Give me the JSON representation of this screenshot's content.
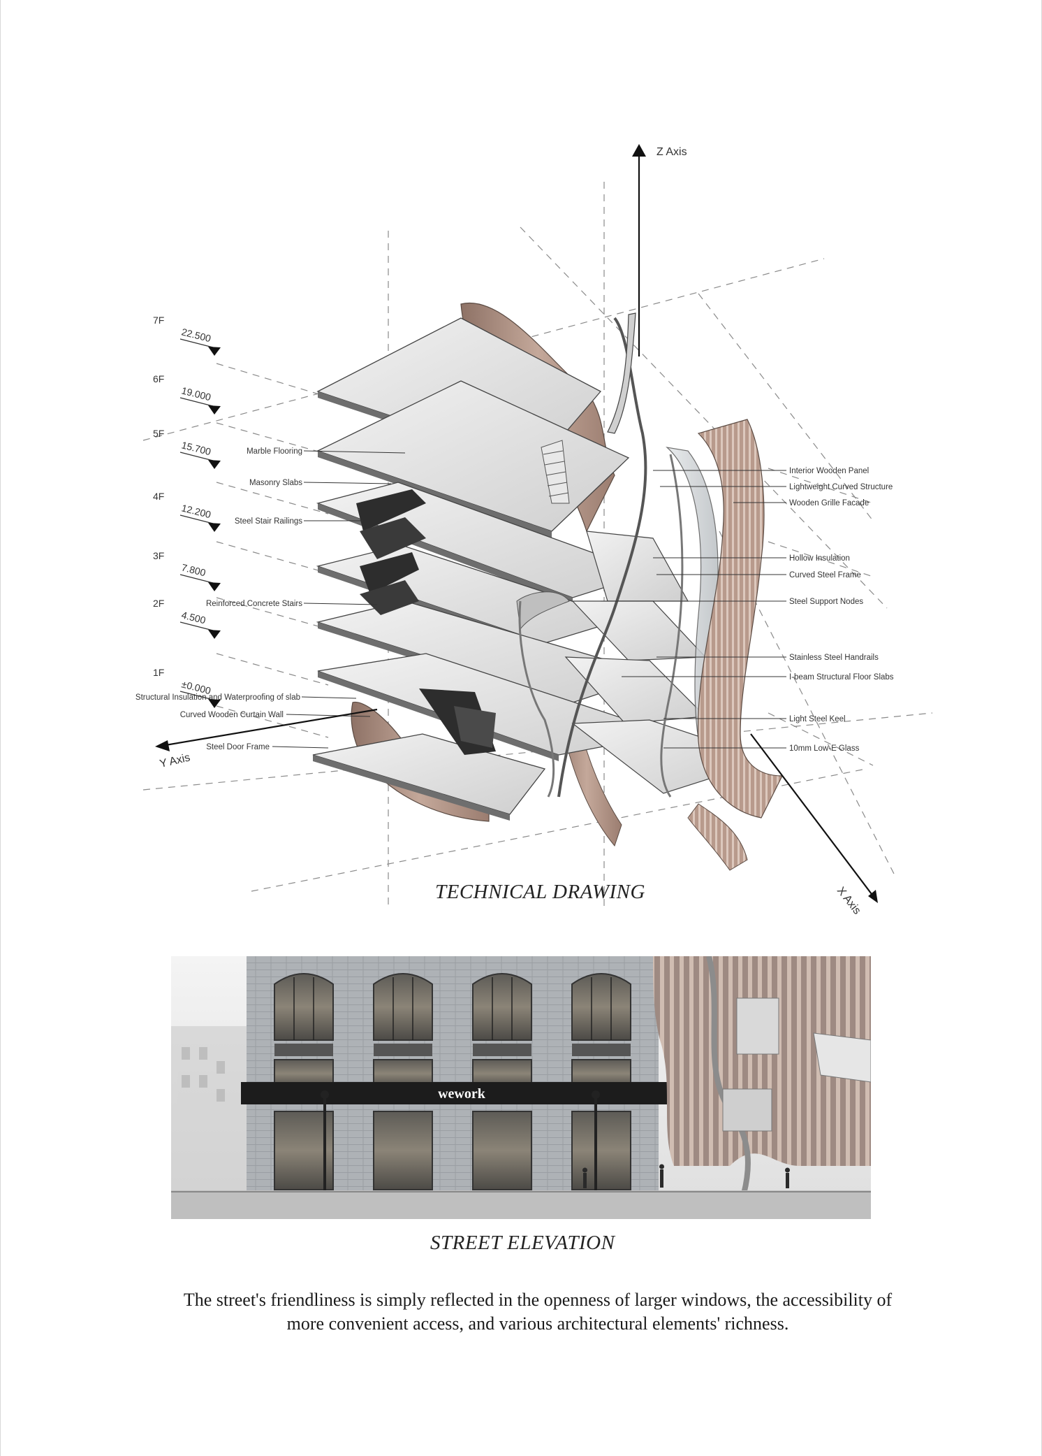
{
  "axes": {
    "z": "Z Axis",
    "y": "Y Axis",
    "x": "X Axis"
  },
  "floors": [
    {
      "name": "7F",
      "elevation": "22.500"
    },
    {
      "name": "6F",
      "elevation": "19.000"
    },
    {
      "name": "5F",
      "elevation": "15.700"
    },
    {
      "name": "4F",
      "elevation": "12.200"
    },
    {
      "name": "3F",
      "elevation": "7.800"
    },
    {
      "name": "2F",
      "elevation": "4.500"
    },
    {
      "name": "1F",
      "elevation": "±0.000"
    }
  ],
  "left_labels": [
    "Marble Flooring",
    "Masonry Slabs",
    "Steel Stair Railings",
    "Reinforced Concrete Stairs",
    "Structural Insulation and Waterproofing of slab",
    "Curved Wooden Curtain Wall",
    "Steel Door Frame"
  ],
  "right_labels": [
    "Interior Wooden Panel",
    "Lightweight Curved Structure",
    "Wooden Grille Facade",
    "Hollow Insulation",
    "Curved Steel Frame",
    "Steel Support Nodes",
    "Stainless Steel Handrails",
    "I-beam Structural Floor Slabs",
    "Light Steel Keel",
    "10mm Low-E Glass"
  ],
  "titles": {
    "technical": "TECHNICAL DRAWING",
    "elevation": "STREET ELEVATION"
  },
  "storefront_sign": "wework",
  "caption": {
    "line1": "The street's friendliness is simply reflected in the openness of larger windows, the accessibility of",
    "line2": "more convenient access, and various architectural elements' richness."
  },
  "colors": {
    "slab": "#dcdcdc",
    "slab_edge": "#4a4a4a",
    "wood": "#a88a7c",
    "glass": "#c9cdd0",
    "sign": "#1c1c1c"
  }
}
